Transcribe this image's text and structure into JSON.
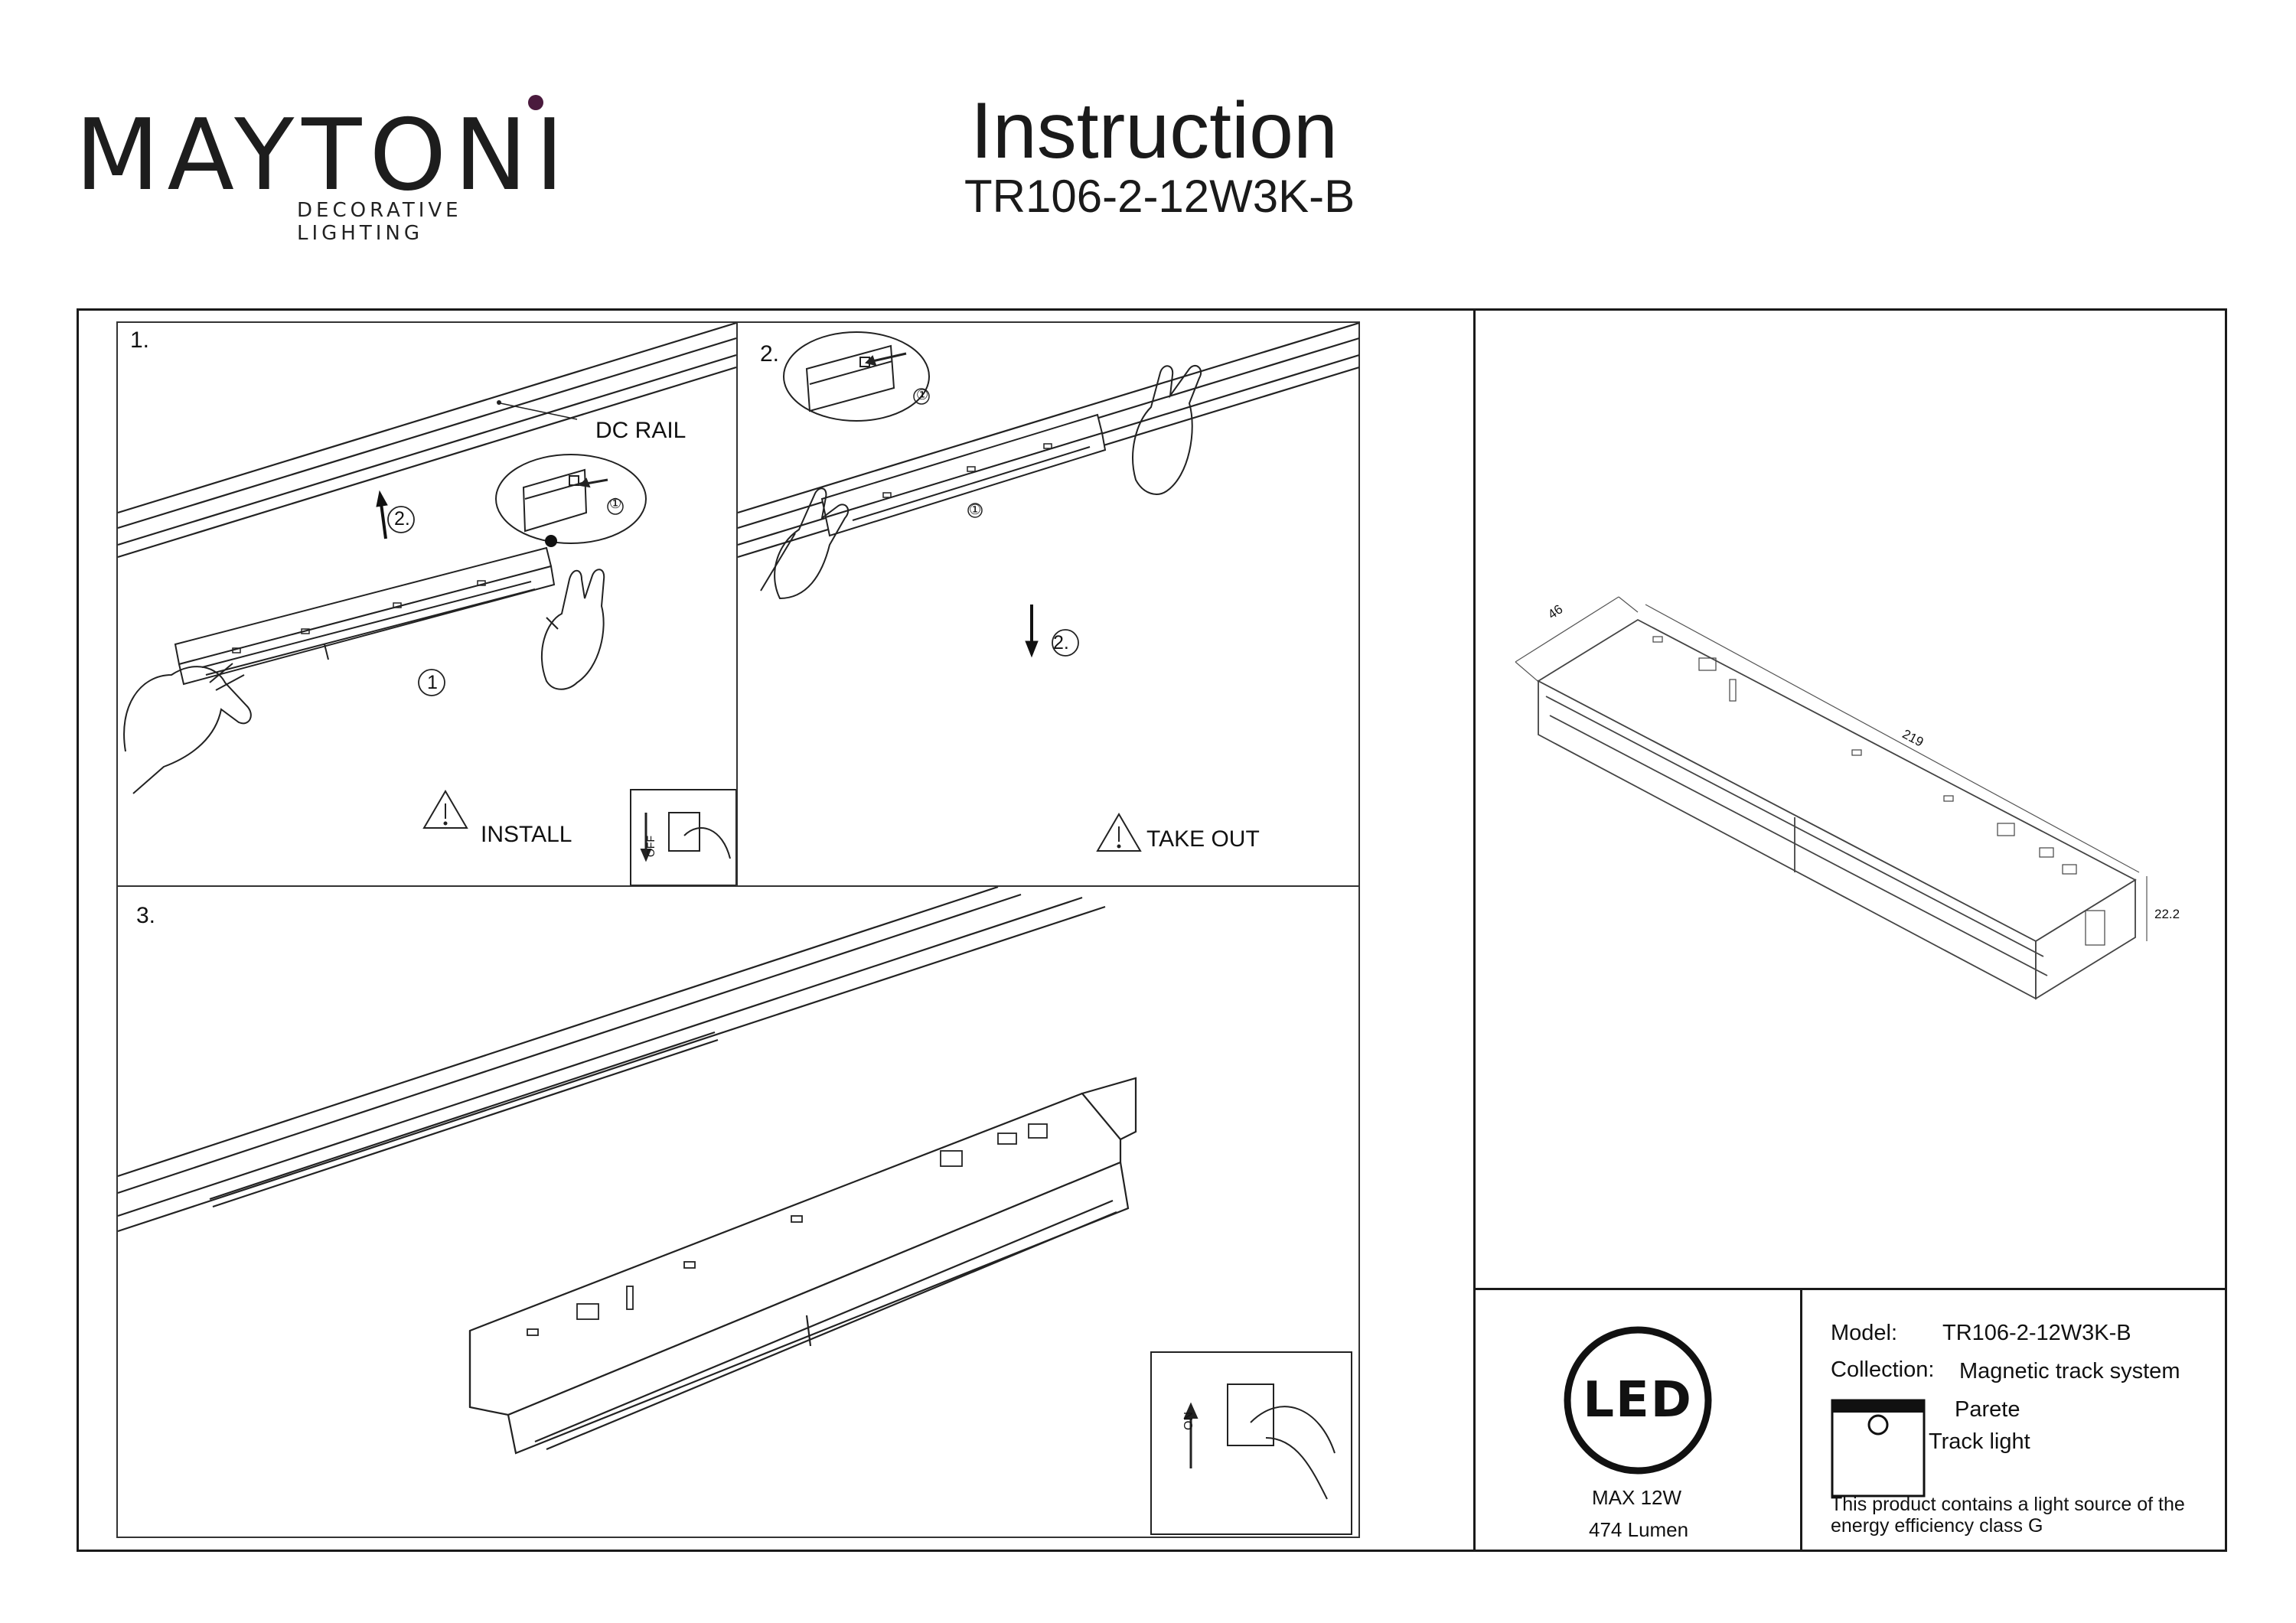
{
  "brand": {
    "name": "MAYTONI",
    "tagline": "DECORATIVE LIGHTING",
    "accent_color": "#4a1a3d"
  },
  "header": {
    "title": "Instruction",
    "model_code": "TR106-2-12W3K-B"
  },
  "steps": {
    "step1": {
      "number": "1.",
      "rail_label": "DC RAIL",
      "arrow_label": "2.",
      "part_label": "1",
      "detail_label": "①",
      "warning": "INSTALL"
    },
    "step2": {
      "number": "2.",
      "arrow_label": "2.",
      "part_label": "①",
      "detail_label": "①",
      "warning": "TAKE OUT"
    },
    "step3": {
      "number": "3."
    }
  },
  "dimensions": {
    "width": "46",
    "length": "219",
    "height": "22.2"
  },
  "switch_labels": {
    "off": "OFF",
    "on": "ON"
  },
  "footer": {
    "led_badge": "LED",
    "max_power": "MAX 12W",
    "lumen": "474 Lumen",
    "model_label": "Model:",
    "model_value": "TR106-2-12W3K-B",
    "collection_label": "Collection:",
    "collection_value": "Magnetic track system",
    "series": "Parete",
    "type": "Track light",
    "energy_note_line1": "This product contains a light source of the",
    "energy_note_line2": "energy efficiency class G"
  }
}
